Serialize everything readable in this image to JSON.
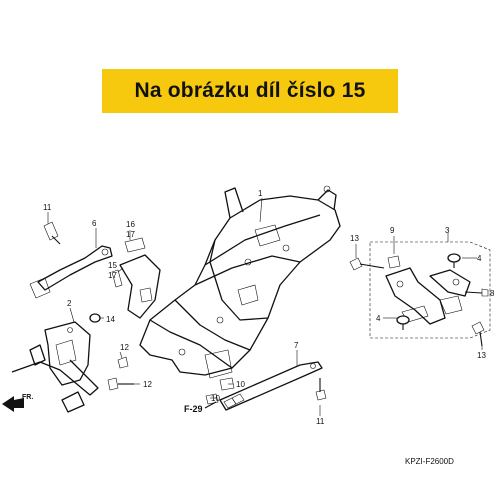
{
  "banner": {
    "text": "Na obrázku díl číslo 15",
    "color": "#f6c90e"
  },
  "diagram": {
    "code": "KPZI-F2600D",
    "ref": "F-29",
    "direction": "FR.",
    "callouts": {
      "c1": "1",
      "c2": "2",
      "c3": "3",
      "c4a": "4",
      "c4b": "4",
      "c6": "6",
      "c7": "7",
      "c8": "8",
      "c9": "9",
      "c10a": "10",
      "c10b": "10",
      "c11a": "11",
      "c11b": "11",
      "c12a": "12",
      "c12b": "12",
      "c13a": "13",
      "c13b": "13",
      "c14": "14",
      "c15": "15",
      "c16": "16",
      "c17a": "17",
      "c17b": "17"
    }
  }
}
